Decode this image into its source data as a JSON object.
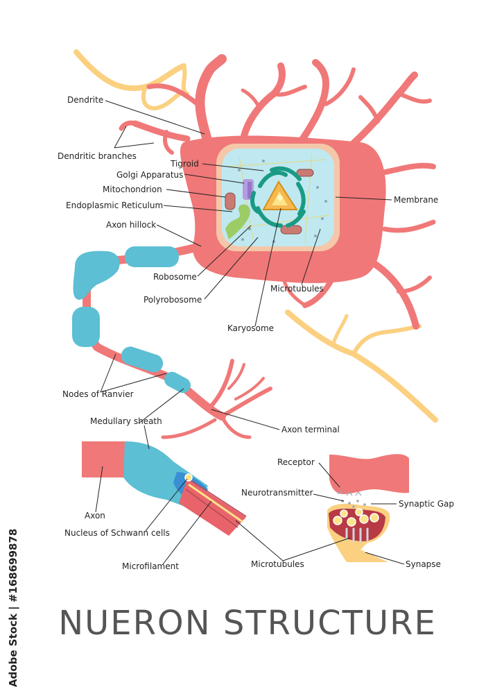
{
  "title": "NUERON STRUCTURE",
  "watermark": "Adobe Stock | #168699878",
  "labels": {
    "dendrite": "Dendrite",
    "dendritic_branches": "Dendritic branches",
    "tigroid": "Tigroid",
    "golgi": "Golgi Apparatus",
    "mitochondrion": "Mitochondrion",
    "er": "Endoplasmic Reticulum",
    "axon_hillock": "Axon hillock",
    "membrane": "Membrane",
    "robosome": "Robosome",
    "polyrobosome": "Polyrobosome",
    "microtubules_cell": "Microtubules",
    "karyosome": "Karyosome",
    "nodes_of_ranvier": "Nodes of Ranvier",
    "medullary_sheath": "Medullary sheath",
    "axon_terminal": "Axon terminal",
    "axon": "Axon",
    "nucleus_schwann": "Nucleus of Schwann cells",
    "microfilament": "Microfilament",
    "microtubules_axon": "Microtubules",
    "receptor": "Receptor",
    "neurotransmitter": "Neurotransmitter",
    "synaptic_gap": "Synaptic Gap",
    "synapse": "Synapse"
  },
  "colors": {
    "body": "#f07878",
    "dendrite_yellow": "#fbd080",
    "myelin": "#5cbfd4",
    "cytoplasm": "#bfe8f0",
    "nucleus": "#f5b94f",
    "golgi": "#1a9a84",
    "er": "#9ccc65",
    "mitochondria": "#c97b73",
    "title": "#555555"
  }
}
